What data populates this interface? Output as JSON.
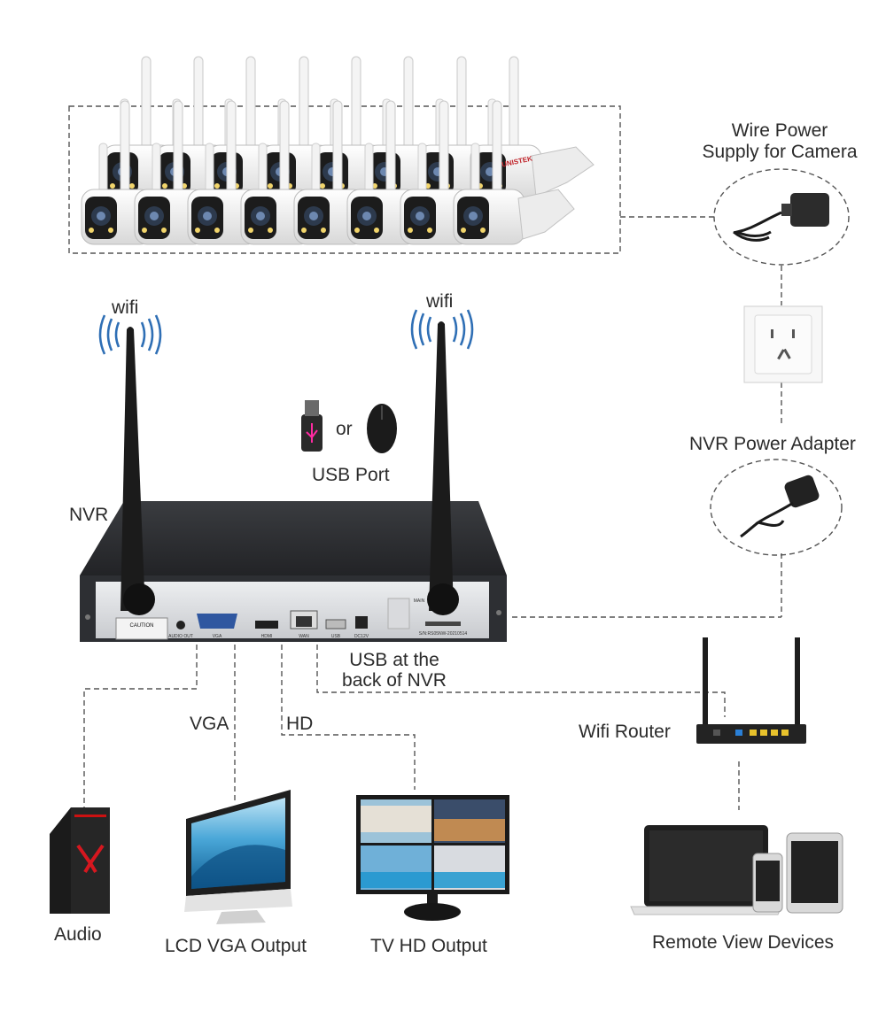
{
  "labels": {
    "wire_power_line1": "Wire Power",
    "wire_power_line2": "Supply for Camera",
    "wifi_left": "wifi",
    "wifi_right": "wifi",
    "nvr": "NVR",
    "or": "or",
    "usb_port": "USB Port",
    "nvr_power_adapter": "NVR Power Adapter",
    "usb_back_line1": "USB at the",
    "usb_back_line2": "back of NVR",
    "vga": "VGA",
    "hd": "HD",
    "wifi_router": "Wifi Router",
    "audio": "Audio",
    "lcd_vga_output": "LCD VGA Output",
    "tv_hd_output": "TV HD Output",
    "remote_view_devices": "Remote View Devices"
  },
  "nvr_panel": {
    "audio_out": "AUDIO OUT",
    "vga": "VGA",
    "hdmi": "HDMI",
    "wan": "WAN",
    "usb": "USB",
    "dc": "DC12V",
    "caution": "CAUTION",
    "main": "MAIN",
    "serial": "S/N:RS05NW-20210514"
  },
  "camera_brand": "UNISTEK",
  "colors": {
    "dash_line": "#555555",
    "nvr_body": "#2d2f33",
    "panel": "#dcdde0",
    "antenna": "#1b1b1b",
    "wifi_wave": "#2f6fb5",
    "router_port": "#e8c22c"
  }
}
